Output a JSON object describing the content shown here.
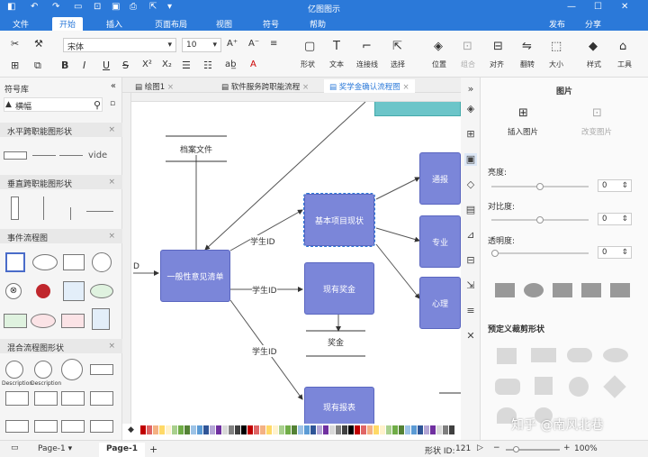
{
  "app": {
    "title": "亿图图示"
  },
  "menu": [
    "文件",
    "开始",
    "插入",
    "页面布局",
    "视图",
    "符号",
    "帮助"
  ],
  "menu_active": "开始",
  "titlebar_right": {
    "publish": "发布",
    "share": "分享"
  },
  "ribbon": {
    "font_name": "宋体",
    "font_size": "10",
    "groups": {
      "shape": "形状",
      "text": "文本",
      "connector": "连接线",
      "select": "选择",
      "position": "位置",
      "group": "组合",
      "align": "对齐",
      "flip": "翻转",
      "size": "大小",
      "style": "样式",
      "tools": "工具"
    }
  },
  "left_panel": {
    "title": "符号库",
    "search_placeholder": "横幅",
    "sections": [
      "水平跨职能图形状",
      "垂直跨职能图形状",
      "事件流程图",
      "混合流程图形状"
    ],
    "shape_text": "vide",
    "desc_text": "Description"
  },
  "tabs": [
    "绘图1",
    "软件服务跨职能流程",
    "奖学金确认流程图"
  ],
  "canvas": {
    "nodes": {
      "archive": "档案文件",
      "general": "一般性意见清单",
      "basic": "基本项目现状",
      "current_award": "现有奖金",
      "award": "奖金",
      "inform": "通报",
      "major": "专业",
      "psych": "心理",
      "bottom": "现有报表"
    },
    "labels": {
      "student_id": "学生ID",
      "d": "D"
    }
  },
  "right_panel": {
    "title": "图片",
    "insert_image": "插入图片",
    "change_image": "改变图片",
    "brightness": "亮度:",
    "contrast": "对比度:",
    "transparency": "透明度:",
    "brightness_val": "0",
    "contrast_val": "0",
    "transparency_val": "0",
    "clip_title": "预定义裁剪形状"
  },
  "status": {
    "page_tab": "Page-1",
    "page_current": "Page-1",
    "shape_id_label": "形状 ID:",
    "shape_id": "121",
    "zoom": "100%"
  },
  "watermark": "知乎 @南风北巷",
  "colors": {
    "accent": "#2b79d9",
    "node": "#7b86d9",
    "teal": "#6cc5c9"
  }
}
